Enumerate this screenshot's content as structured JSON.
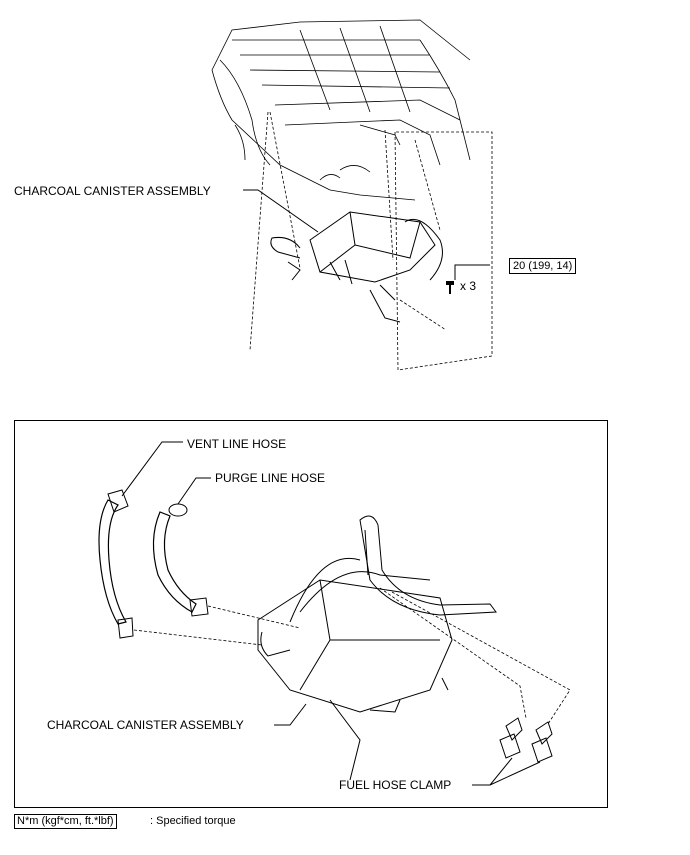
{
  "top_view": {
    "canister_label": "CHARCOAL CANISTER ASSEMBLY",
    "torque_value": "20 (199, 14)",
    "bolt_count": "x 3"
  },
  "detail_view": {
    "vent_hose_label": "VENT LINE HOSE",
    "purge_hose_label": "PURGE LINE HOSE",
    "canister_label": "CHARCOAL CANISTER ASSEMBLY",
    "clamp_label": "FUEL HOSE CLAMP"
  },
  "legend": {
    "unit": "N*m (kgf*cm, ft.*lbf)",
    "description": ": Specified torque"
  }
}
